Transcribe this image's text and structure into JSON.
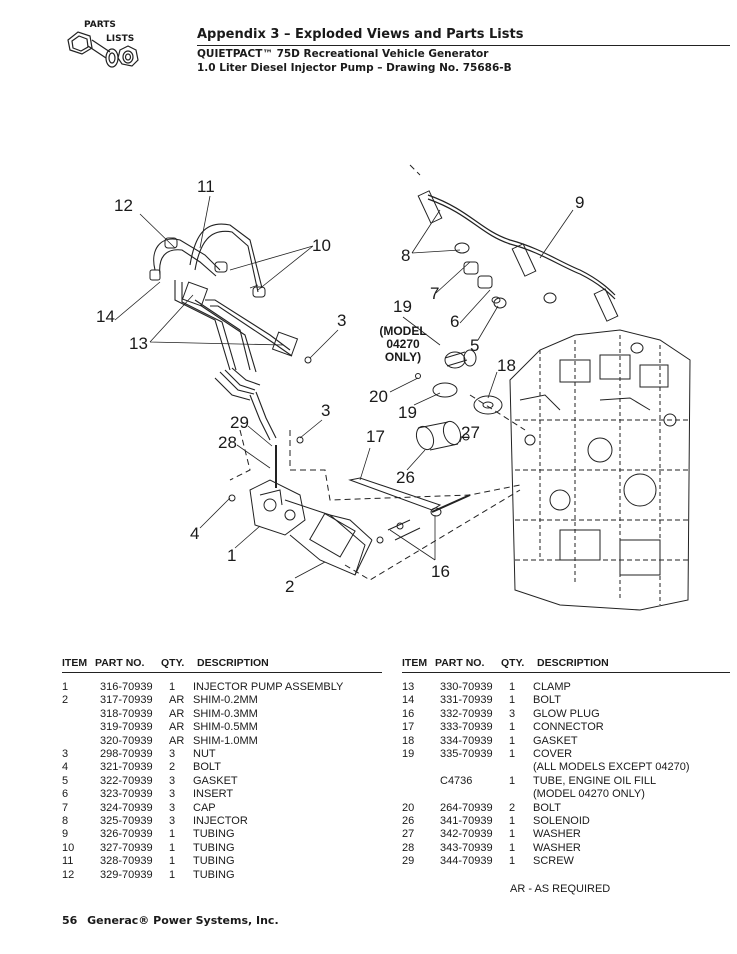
{
  "logo": {
    "line1": "PARTS",
    "line2": "LISTS"
  },
  "header": {
    "title": "Appendix 3 – Exploded Views and Parts Lists",
    "line1": "QUIETPACT™ 75D Recreational Vehicle Generator",
    "line2": "1.0 Liter Diesel Injector Pump – Drawing No. 75686-B"
  },
  "callouts": {
    "c1": "1",
    "c2": "2",
    "c3a": "3",
    "c3b": "3",
    "c4": "4",
    "c5": "5",
    "c6": "6",
    "c7": "7",
    "c8": "8",
    "c9": "9",
    "c10": "10",
    "c11": "11",
    "c12": "12",
    "c13": "13",
    "c14": "14",
    "c16": "16",
    "c17": "17",
    "c18": "18",
    "c19a": "19",
    "c19b": "19",
    "c20": "20",
    "c26": "26",
    "c27": "27",
    "c28": "28",
    "c29": "29",
    "model_note_1": "(MODEL 04270",
    "model_note_2": "ONLY)"
  },
  "table": {
    "headers": {
      "item": "ITEM",
      "part": "PART NO.",
      "qty": "QTY.",
      "desc": "DESCRIPTION"
    },
    "left": [
      {
        "item": "1",
        "part": "316-70939",
        "qty": "1",
        "desc": "INJECTOR PUMP ASSEMBLY"
      },
      {
        "item": "2",
        "part": "317-70939",
        "qty": "AR",
        "desc": "SHIM-0.2MM"
      },
      {
        "item": "",
        "part": "318-70939",
        "qty": "AR",
        "desc": "SHIM-0.3MM"
      },
      {
        "item": "",
        "part": "319-70939",
        "qty": "AR",
        "desc": "SHIM-0.5MM"
      },
      {
        "item": "",
        "part": "320-70939",
        "qty": "AR",
        "desc": "SHIM-1.0MM"
      },
      {
        "item": "3",
        "part": "298-70939",
        "qty": "3",
        "desc": "NUT"
      },
      {
        "item": "4",
        "part": "321-70939",
        "qty": "2",
        "desc": "BOLT"
      },
      {
        "item": "5",
        "part": "322-70939",
        "qty": "3",
        "desc": "GASKET"
      },
      {
        "item": "6",
        "part": "323-70939",
        "qty": "3",
        "desc": "INSERT"
      },
      {
        "item": "7",
        "part": "324-70939",
        "qty": "3",
        "desc": "CAP"
      },
      {
        "item": "8",
        "part": "325-70939",
        "qty": "3",
        "desc": "INJECTOR"
      },
      {
        "item": "9",
        "part": "326-70939",
        "qty": "1",
        "desc": "TUBING"
      },
      {
        "item": "10",
        "part": "327-70939",
        "qty": "1",
        "desc": "TUBING"
      },
      {
        "item": "11",
        "part": "328-70939",
        "qty": "1",
        "desc": "TUBING"
      },
      {
        "item": "12",
        "part": "329-70939",
        "qty": "1",
        "desc": "TUBING"
      }
    ],
    "right": [
      {
        "item": "13",
        "part": "330-70939",
        "qty": "1",
        "desc": "CLAMP"
      },
      {
        "item": "14",
        "part": "331-70939",
        "qty": "1",
        "desc": "BOLT"
      },
      {
        "item": "16",
        "part": "332-70939",
        "qty": "3",
        "desc": "GLOW PLUG"
      },
      {
        "item": "17",
        "part": "333-70939",
        "qty": "1",
        "desc": "CONNECTOR"
      },
      {
        "item": "18",
        "part": "334-70939",
        "qty": "1",
        "desc": "GASKET"
      },
      {
        "item": "19",
        "part": "335-70939",
        "qty": "1",
        "desc": "COVER"
      },
      {
        "item": "",
        "part": "",
        "qty": "",
        "desc": "(ALL MODELS EXCEPT 04270)"
      },
      {
        "item": "",
        "part": "C4736",
        "qty": "1",
        "desc": "TUBE, ENGINE OIL FILL"
      },
      {
        "item": "",
        "part": "",
        "qty": "",
        "desc": "(MODEL 04270 ONLY)"
      },
      {
        "item": "20",
        "part": "264-70939",
        "qty": "2",
        "desc": "BOLT"
      },
      {
        "item": "26",
        "part": "341-70939",
        "qty": "1",
        "desc": "SOLENOID"
      },
      {
        "item": "27",
        "part": "342-70939",
        "qty": "1",
        "desc": "WASHER"
      },
      {
        "item": "28",
        "part": "343-70939",
        "qty": "1",
        "desc": "WASHER"
      },
      {
        "item": "29",
        "part": "344-70939",
        "qty": "1",
        "desc": "SCREW"
      }
    ],
    "note": "AR - AS REQUIRED"
  },
  "footer": {
    "page": "56",
    "company": "Generac® Power Systems, Inc."
  }
}
